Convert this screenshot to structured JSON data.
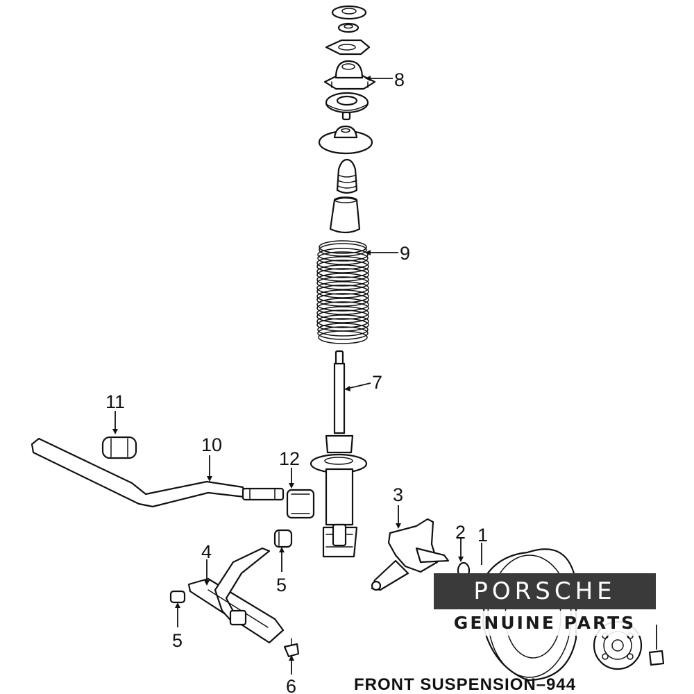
{
  "diagram": {
    "caption": "FRONT SUSPENSION–944",
    "callouts": {
      "c1": "1",
      "c2": "2",
      "c3": "3",
      "c4": "4",
      "c5a": "5",
      "c5b": "5",
      "c6": "6",
      "c7": "7",
      "c8": "8",
      "c9": "9",
      "c10": "10",
      "c11": "11",
      "c12": "12"
    }
  },
  "logo": {
    "brand": "PORSCHE",
    "tagline": "GENUINE PARTS",
    "box_color": "#3a3a3a",
    "text_color": "#ffffff"
  }
}
